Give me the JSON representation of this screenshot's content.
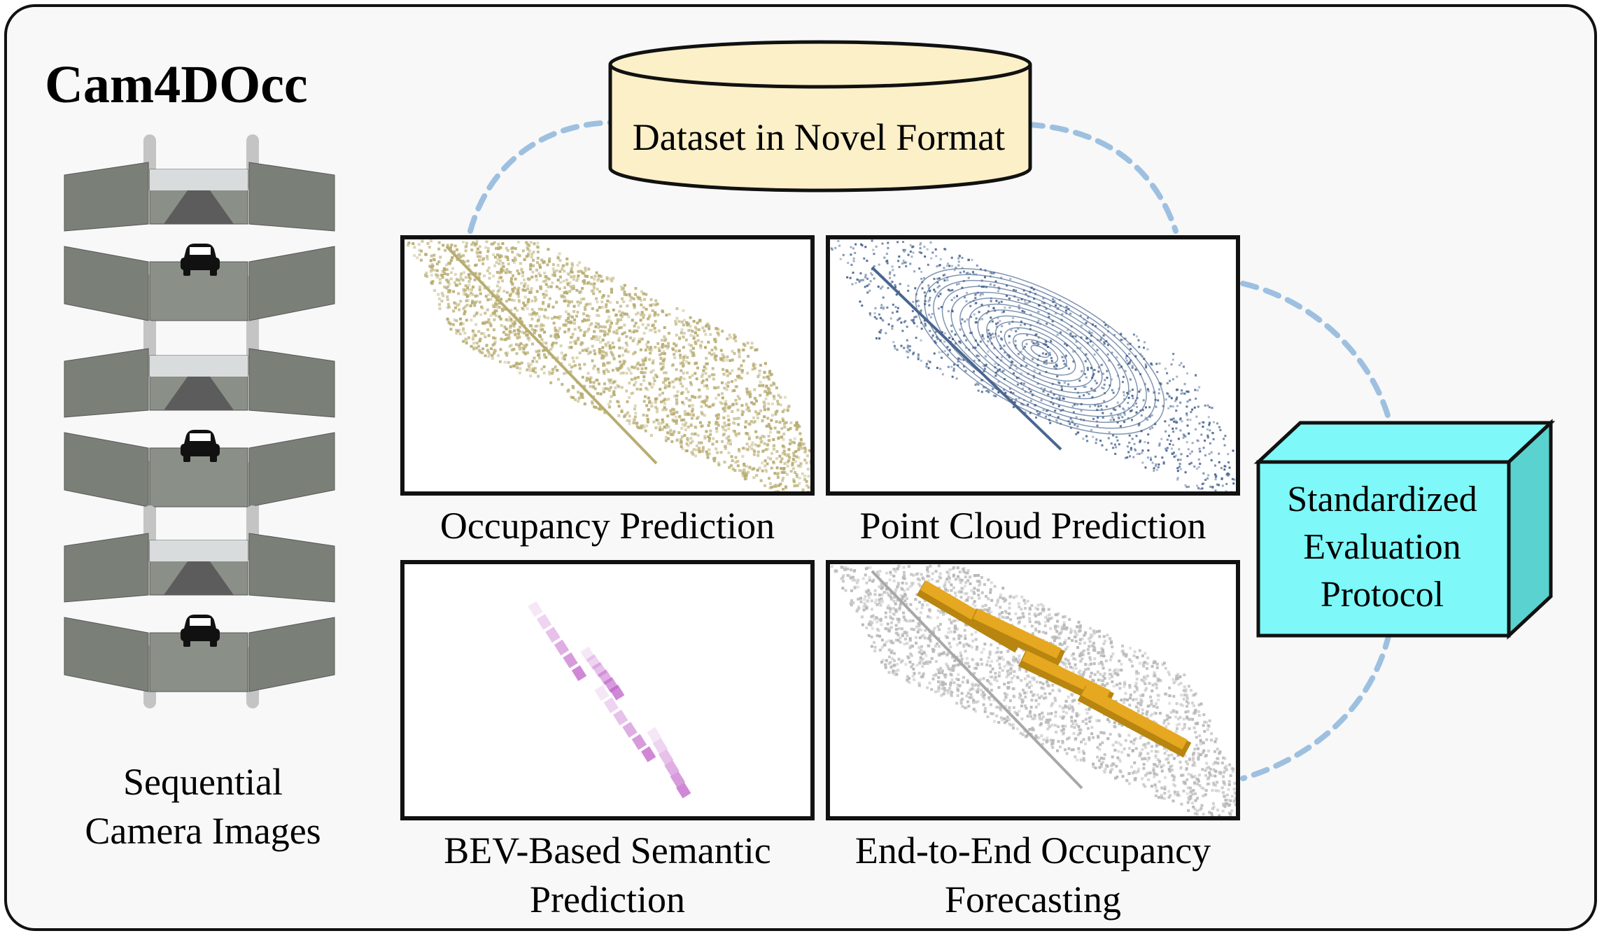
{
  "title": "Cam4DOcc",
  "dataset_label": "Dataset in Novel Format",
  "evaluation_label": [
    "Standardized",
    "Evaluation",
    "Protocol"
  ],
  "left_caption": [
    "Sequential",
    "Camera Images"
  ],
  "panels": [
    {
      "caption": [
        "Occupancy Prediction"
      ]
    },
    {
      "caption": [
        "Point Cloud Prediction"
      ]
    },
    {
      "caption": [
        "BEV-Based Semantic",
        "Prediction"
      ]
    },
    {
      "caption": [
        "End-to-End Occupancy",
        "Forecasting"
      ]
    }
  ],
  "colors": {
    "dataset_fill": "#fcf0c8",
    "cube_front": "#7ef8f8",
    "cube_side": "#5ad2d0",
    "occupancy": "#b8ad72",
    "point_cloud": "#4a6690",
    "semantic": "#c060c8",
    "forecast_boxes": "#e6a820",
    "dashed_link": "#9ec0e0"
  },
  "icons": [
    "car-icon",
    "car-icon",
    "car-icon"
  ]
}
